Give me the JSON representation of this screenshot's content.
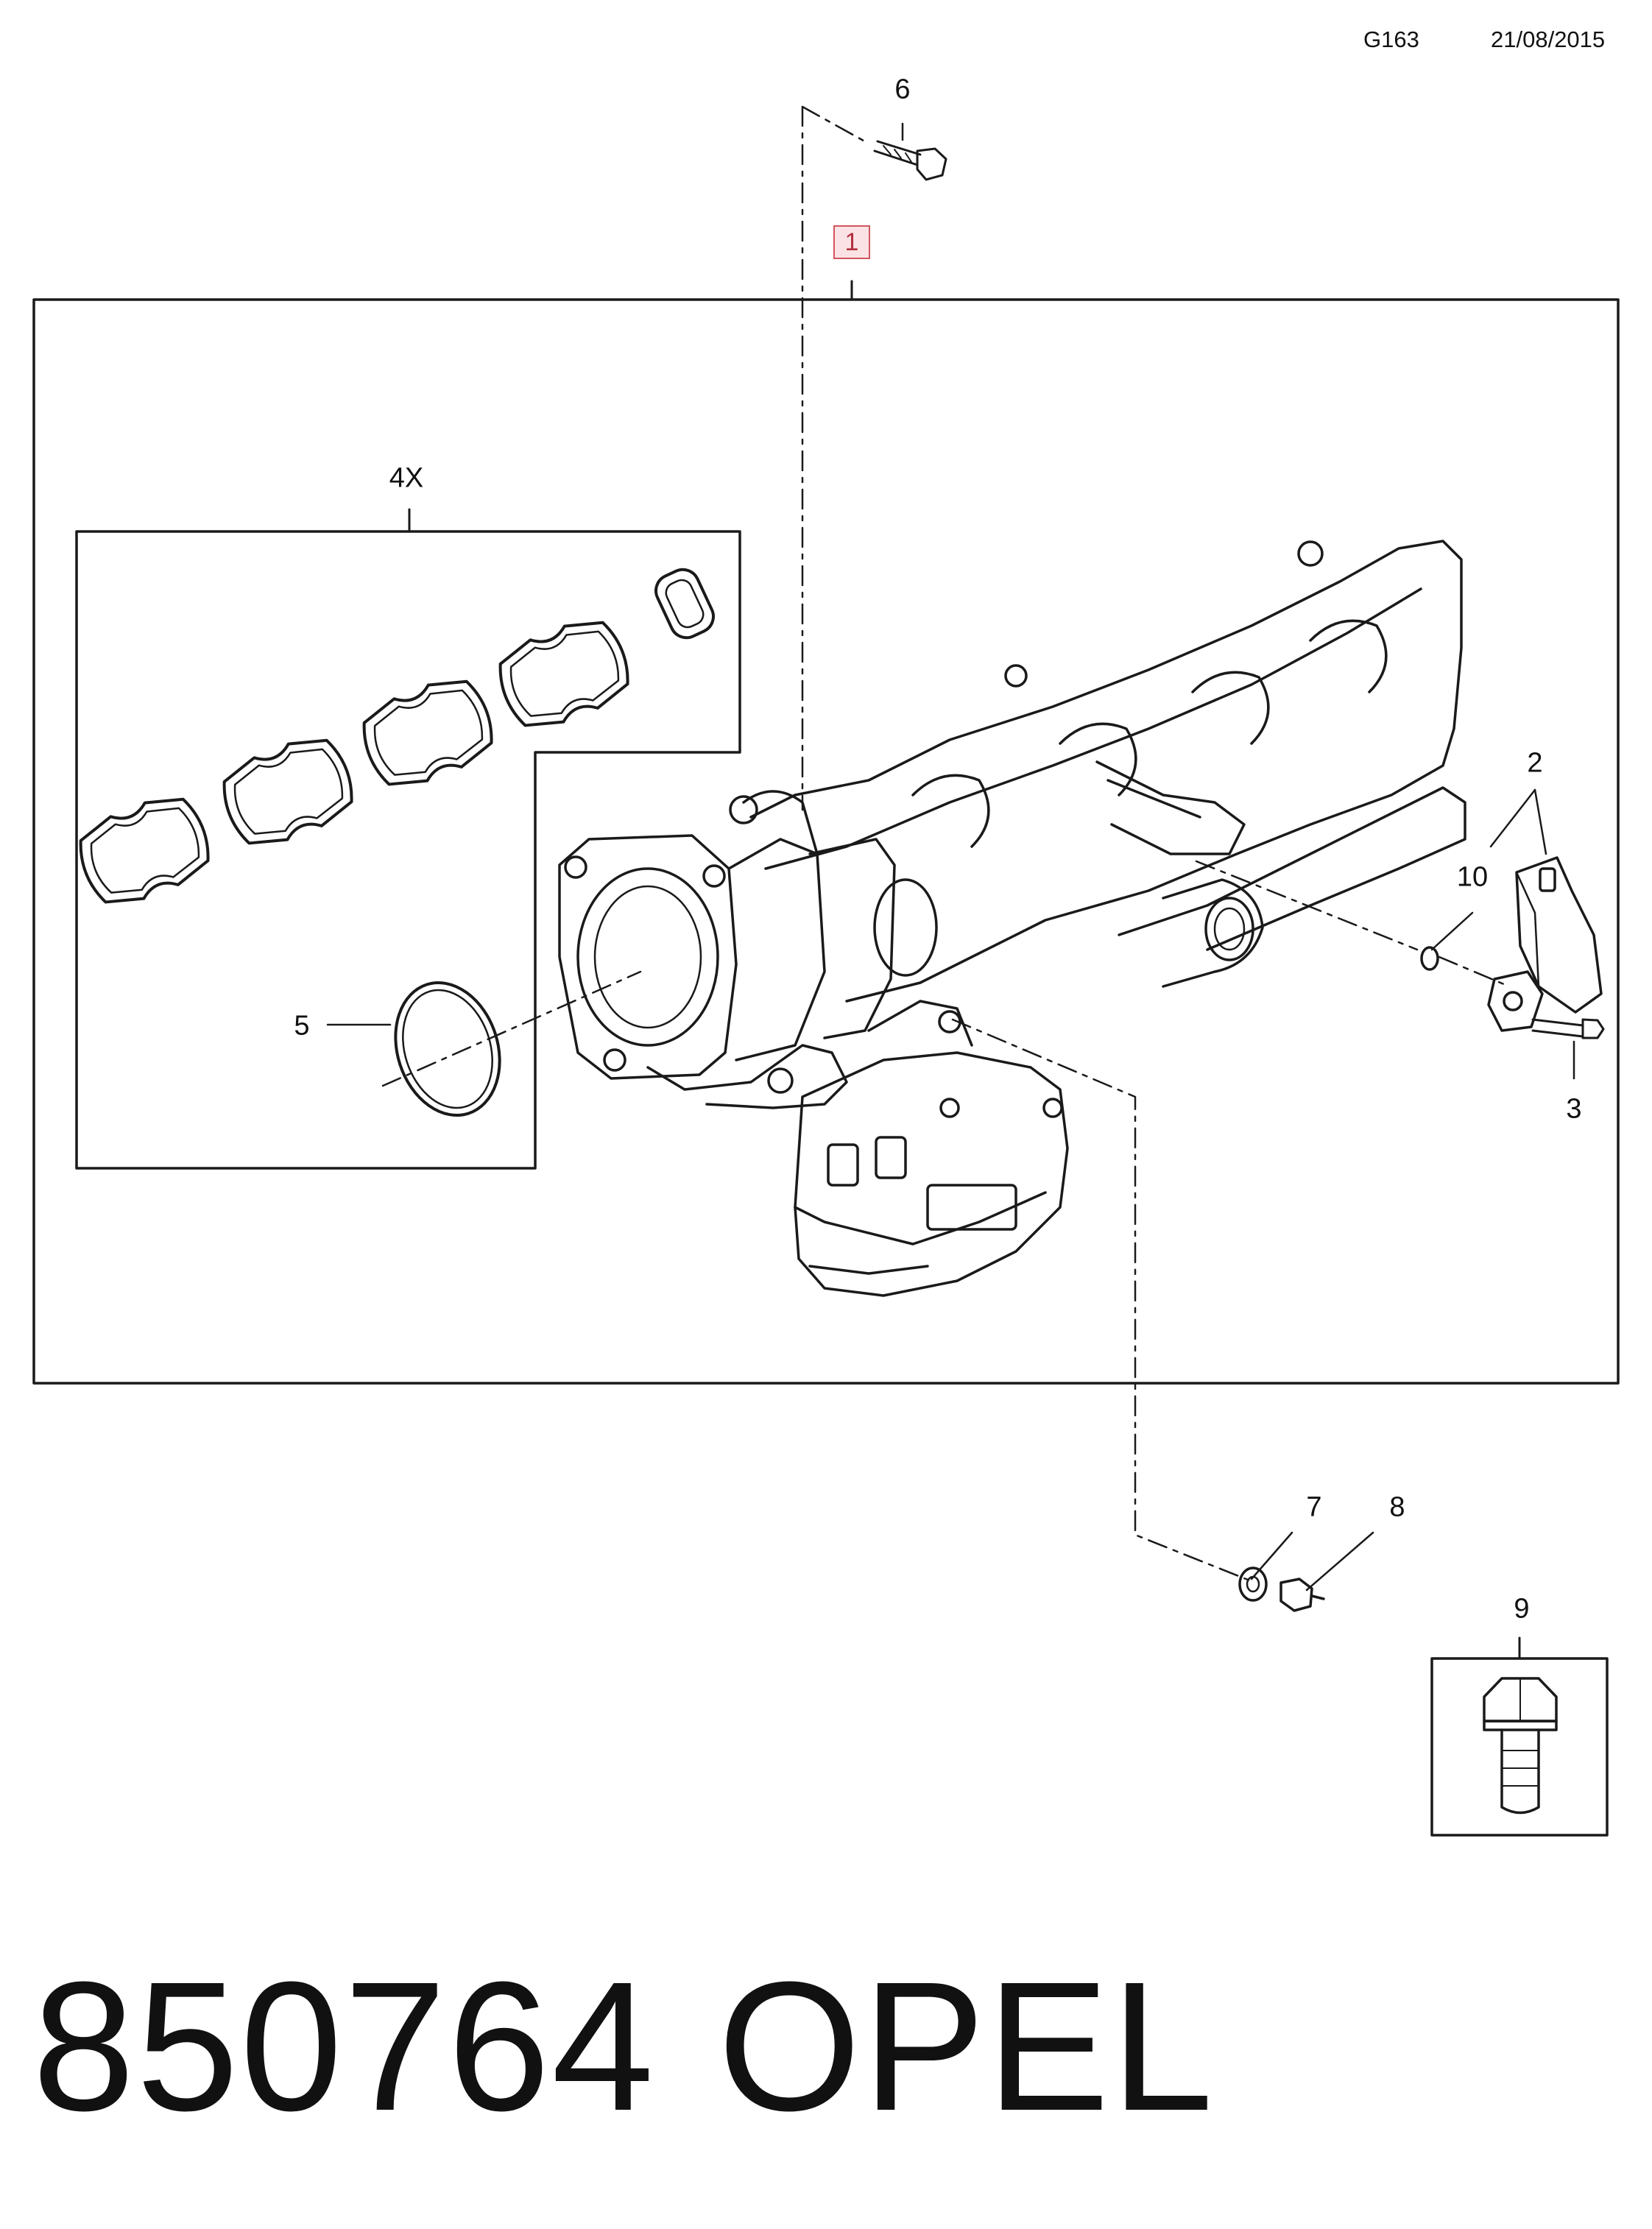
{
  "header": {
    "diagram_code": "G163",
    "date": "21/08/2015"
  },
  "callouts": {
    "c1": "1",
    "c2": "2",
    "c3": "3",
    "c4x": "4X",
    "c5": "5",
    "c6": "6",
    "c7": "7",
    "c8": "8",
    "c9": "9",
    "c10": "10"
  },
  "footer": {
    "part_number": "850764",
    "brand": "OPEL"
  },
  "colors": {
    "line": "#1a1a1a",
    "highlight_fill": "#fbe3e5",
    "highlight_border": "#d2555f"
  }
}
